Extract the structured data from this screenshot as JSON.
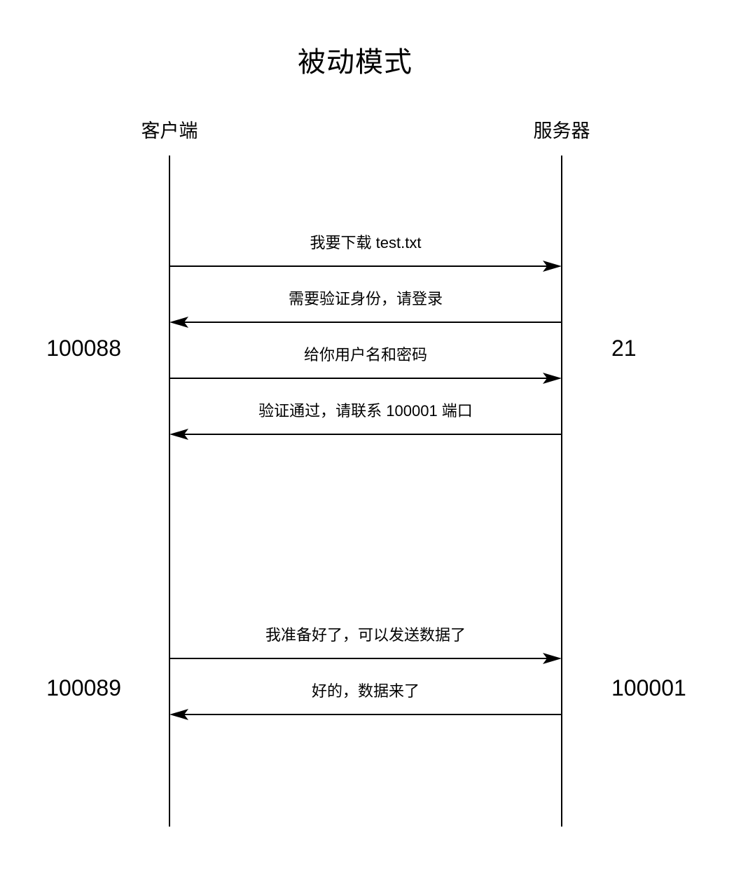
{
  "title": "被动模式",
  "actors": [
    {
      "id": "client",
      "label": "客户端"
    },
    {
      "id": "server",
      "label": "服务器"
    }
  ],
  "messages": [
    {
      "label": "我要下载 test.txt",
      "from": "client",
      "to": "server",
      "direction": "right"
    },
    {
      "label": "需要验证身份，请登录",
      "from": "server",
      "to": "client",
      "direction": "left"
    },
    {
      "label": "给你用户名和密码",
      "from": "client",
      "to": "server",
      "direction": "right"
    },
    {
      "label": "验证通过，请联系 100001 端口",
      "from": "server",
      "to": "client",
      "direction": "left"
    },
    {
      "label": "我准备好了，可以发送数据了",
      "from": "client",
      "to": "server",
      "direction": "right"
    },
    {
      "label": "好的，数据来了",
      "from": "server",
      "to": "client",
      "direction": "left"
    }
  ],
  "port_labels": [
    {
      "label": "100088",
      "side": "client",
      "connection": "control"
    },
    {
      "label": "21",
      "side": "server",
      "connection": "control"
    },
    {
      "label": "100089",
      "side": "client",
      "connection": "data"
    },
    {
      "label": "100001",
      "side": "server",
      "connection": "data"
    }
  ],
  "colors": {
    "line": "#000000",
    "text": "#000000",
    "background": "#ffffff"
  }
}
